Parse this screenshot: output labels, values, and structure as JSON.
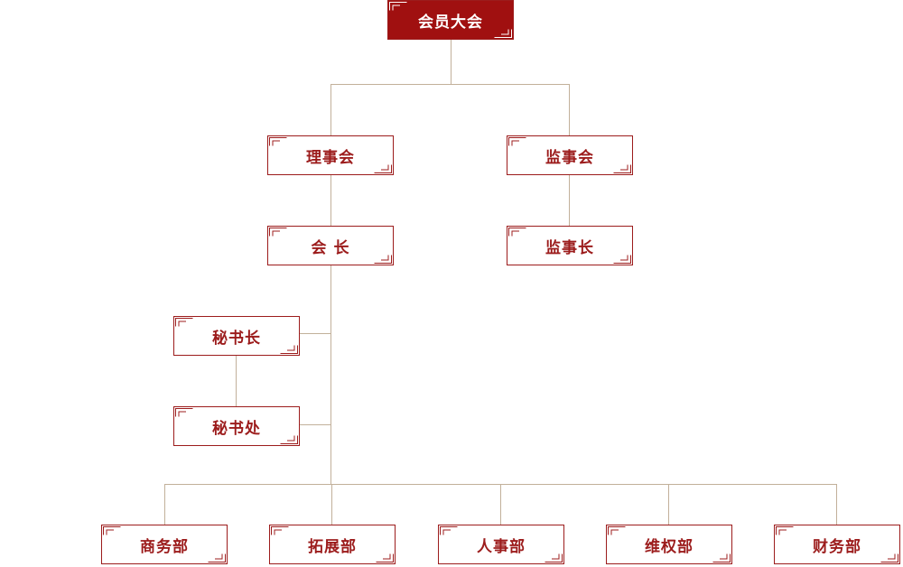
{
  "nodes": {
    "general_assembly": "会员大会",
    "council": "理事会",
    "supervisory_board": "监事会",
    "president": "会 长",
    "chief_supervisor": "监事长",
    "secretary_general": "秘书长",
    "secretariat": "秘书处",
    "dept_business": "商务部",
    "dept_expansion": "拓展部",
    "dept_hr": "人事部",
    "dept_rights": "维权部",
    "dept_finance": "财务部"
  },
  "colors": {
    "accent": "#9c1c1c",
    "primary_fill": "#a01010",
    "connector": "#c2b09a",
    "background": "#ffffff"
  }
}
